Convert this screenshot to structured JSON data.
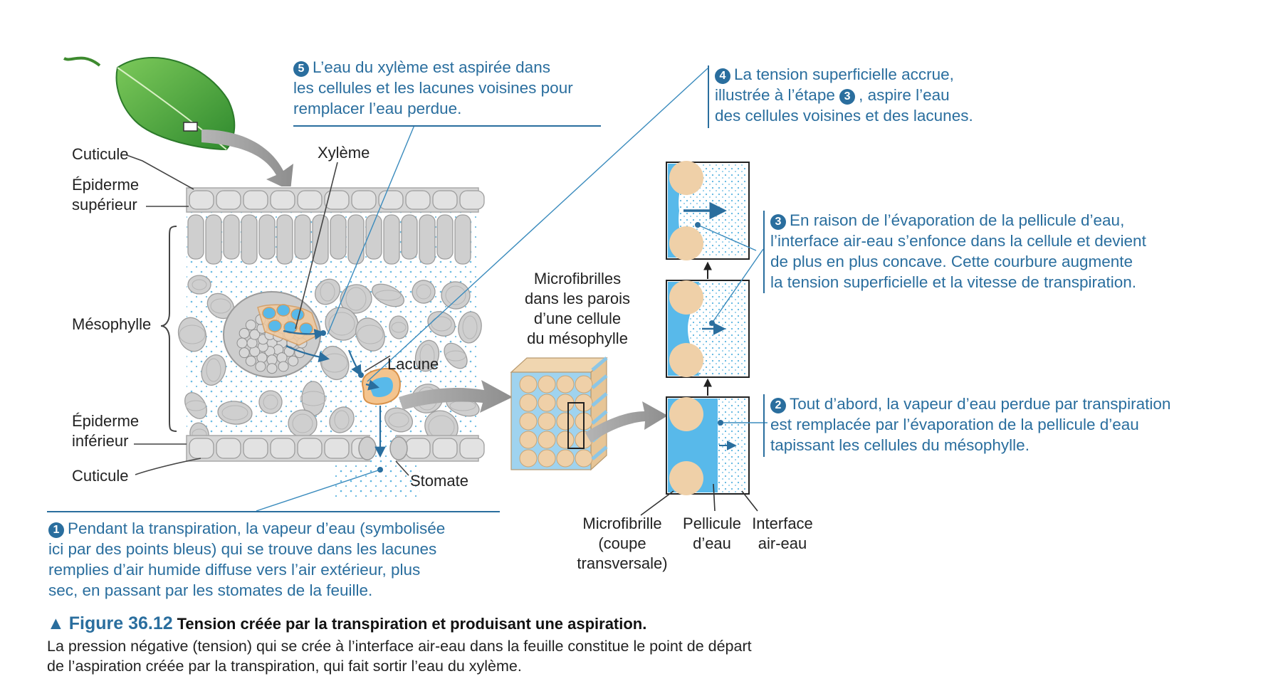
{
  "labels": {
    "cuticle_top": "Cuticule",
    "upper_epidermis": [
      "Épiderme",
      "supérieur"
    ],
    "mesophyll": "Mésophylle",
    "lower_epidermis": [
      "Épiderme",
      "inférieur"
    ],
    "cuticle_bottom": "Cuticule",
    "xylem": "Xylème",
    "air_space": "Lacune",
    "stomata": "Stomate",
    "microfibrils": [
      "Microfibrilles",
      "dans les parois",
      "d’une cellule",
      "du mésophylle"
    ],
    "microfibril_cross": [
      "Microfibrille",
      "(coupe",
      "transversale)"
    ],
    "water_film": [
      "Pellicule",
      "d’eau"
    ],
    "air_water_interface": [
      "Interface",
      "air-eau"
    ]
  },
  "steps": {
    "s1": {
      "num": "1",
      "lines": [
        "Pendant la transpiration, la vapeur d’eau (symbolisée",
        "ici par des points bleus) qui se trouve dans les lacunes",
        "remplies d’air humide diffuse vers l’air extérieur, plus",
        "sec, en passant par les stomates de la feuille."
      ]
    },
    "s2": {
      "num": "2",
      "lines": [
        "Tout d’abord, la vapeur d’eau perdue par transpiration",
        "est remplacée par l’évaporation de la pellicule d’eau",
        "tapissant les cellules du mésophylle."
      ]
    },
    "s3": {
      "num": "3",
      "lines": [
        "En raison de l’évaporation de la pellicule d’eau,",
        "l’interface air-eau s’enfonce dans la cellule et devient",
        "de plus en plus concave. Cette courbure augmente",
        "la tension superficielle et la vitesse de transpiration."
      ]
    },
    "s4": {
      "num": "4",
      "line1": "La tension superficielle accrue,",
      "line2_pre": "illustrée à l’étape",
      "line2_ref": "3",
      "line2_post": ", aspire l’eau",
      "line3": "des cellules voisines et des lacunes."
    },
    "s5": {
      "num": "5",
      "lines": [
        "L’eau du xylème est aspirée dans",
        "les cellules et les lacunes voisines pour",
        "remplacer l’eau perdue."
      ]
    }
  },
  "caption": {
    "marker": "▲",
    "figure": "Figure 36.12",
    "title": "Tension créée par la transpiration et produisant une aspiration.",
    "lines": [
      "La pression négative (tension) qui se crée à l’interface air-eau dans la feuille constitue le point de départ",
      "de l’aspiration créée par la transpiration, qui fait sortir l’eau du xylème."
    ]
  },
  "colors": {
    "accent": "#2a6e9e",
    "cell": "#cfcfcf",
    "water": "#58b9ea",
    "fiber": "#efd0a8",
    "leaf": "#4aa53a"
  }
}
